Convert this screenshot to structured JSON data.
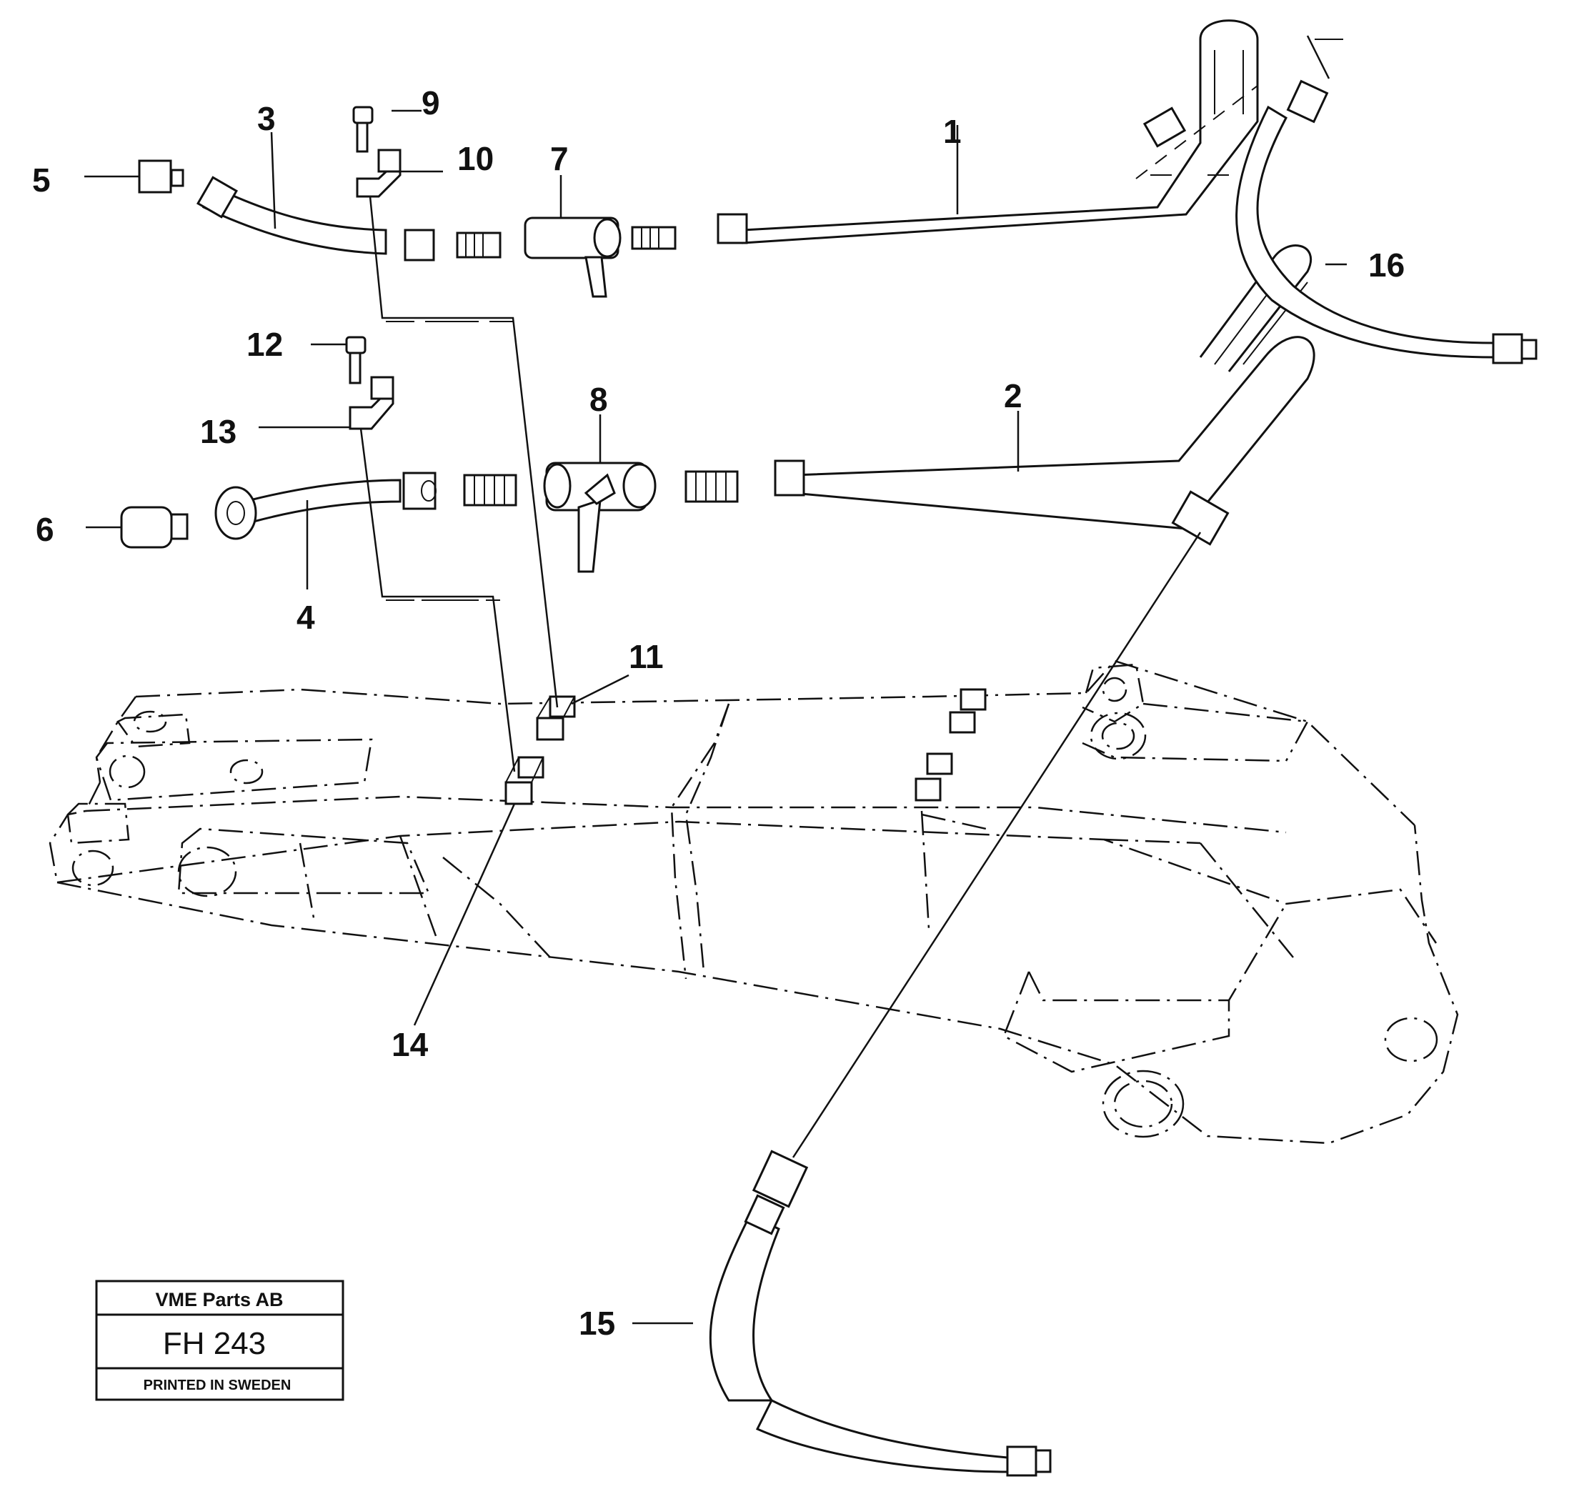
{
  "callouts": {
    "c1": "1",
    "c2": "2",
    "c3": "3",
    "c4": "4",
    "c5": "5",
    "c6": "6",
    "c7": "7",
    "c8": "8",
    "c9": "9",
    "c10": "10",
    "c11": "11",
    "c12": "12",
    "c13": "13",
    "c14": "14",
    "c15": "15",
    "c16": "16"
  },
  "stamp": {
    "company": "VME Parts AB",
    "code": "FH 243",
    "printed": "PRINTED IN SWEDEN"
  }
}
